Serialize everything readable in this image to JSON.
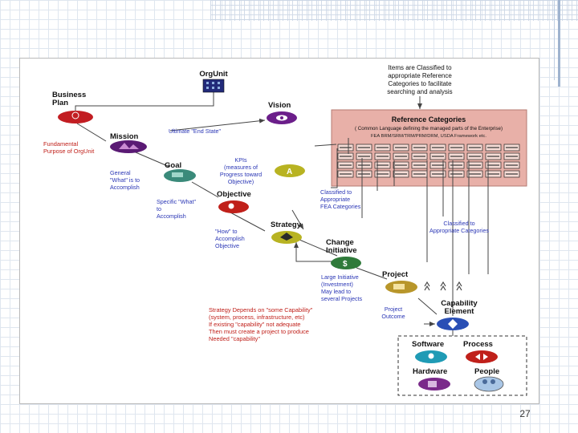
{
  "nodes": {
    "business_plan": "Business Plan",
    "org_unit": "OrgUnit",
    "vision": "Vision",
    "mission": "Mission",
    "goal": "Goal",
    "objective": "Objective",
    "strategy": "Strategy",
    "change_initiative": "Change Initiative",
    "project": "Project",
    "capability_element": "Capability Element",
    "software": "Software",
    "process": "Process",
    "hardware": "Hardware",
    "people": "People"
  },
  "annotations": {
    "end_state": "Ultimate \"End State\"",
    "fundamental_purpose": "Fundamental Purpose of OrgUnit",
    "general_what": "General \"What\" is to Accomplish",
    "kpis": "KPIs (measures of Progress toward Objective)",
    "specific_what": "Specific \"What\" to Accomplish",
    "how_to": "\"How\" to Accomplish Objective",
    "classified_fea": "Classified to Appropriate FEA Categories",
    "classified_appropriate": "Classified to Appropriate Categories",
    "large_initiative": "Large Initiative (Investment) May lead to several Projects",
    "project_outcome": "Project Outcome",
    "strategy_depends": "Strategy Depends on \"some Capability\" (system, process, infrastructure, etc) If existing \"capability\" not adequate Then must create a project to produce Needed \"capability\""
  },
  "reference": {
    "items_note": "Items are Classified to appropriate Reference Categories to facilitate searching and analysis",
    "title": "Reference Categories",
    "subtitle": "( Common Language defining the managed parts of the Enterprise)",
    "frameworks": "FEA BRM/SRM/TRM/PRM/DRM, USDA Framework etc."
  },
  "colors": {
    "reference_panel": "#e8b0a8",
    "annotation_blue": "#2a36b5",
    "annotation_red": "#c0201a",
    "arrow": "#444444"
  },
  "page_number": "27"
}
